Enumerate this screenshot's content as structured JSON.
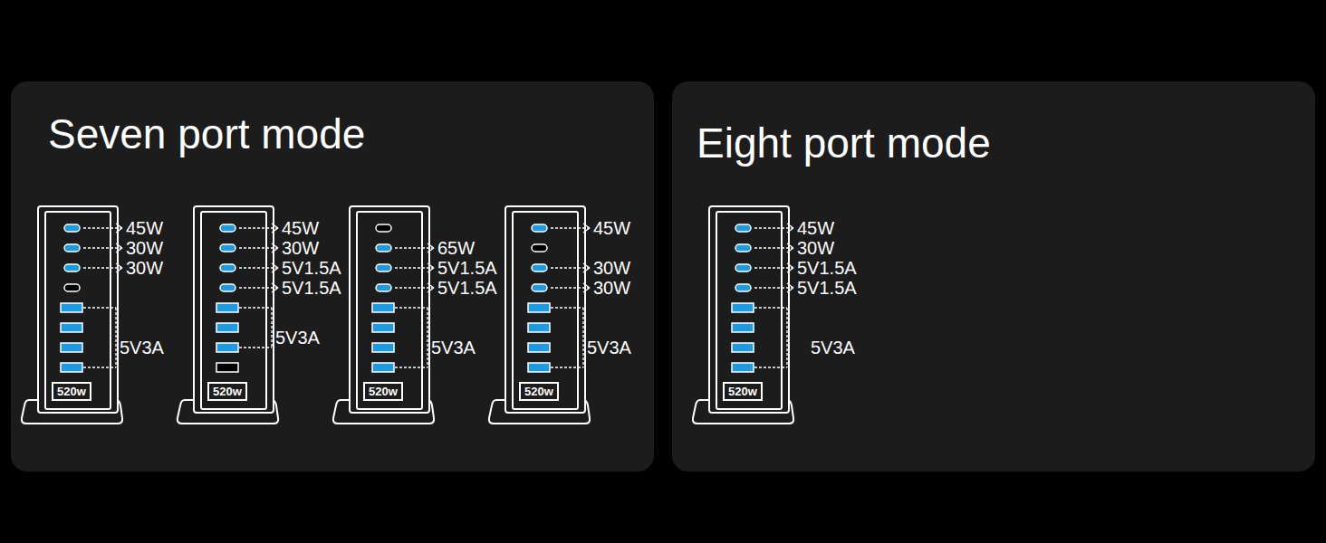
{
  "diagram": {
    "nodes": [
      {
        "text": [
          "Seven port mode"
        ]
      },
      {
        "text": [
          "Eight port mode"
        ]
      },
      {
        "text": [
          "520w"
        ],
        "in": 0
      },
      {
        "text": [
          "520w"
        ],
        "in": 0
      },
      {
        "text": [
          "520w"
        ],
        "in": 0
      },
      {
        "text": [
          "520w"
        ],
        "in": 0
      },
      {
        "text": [
          "520w"
        ],
        "in": 1
      }
    ],
    "labels": [
      "45W",
      "30W",
      "30W",
      "5V3A",
      "45W",
      "30W",
      "5V1.5A",
      "5V1.5A",
      "5V3A",
      "65W",
      "5V1.5A",
      "5V1.5A",
      "5V3A",
      "45W",
      "30W",
      "30W",
      "5V3A",
      "45W",
      "30W",
      "5V1.5A",
      "5V1.5A",
      "5V3A"
    ]
  }
}
